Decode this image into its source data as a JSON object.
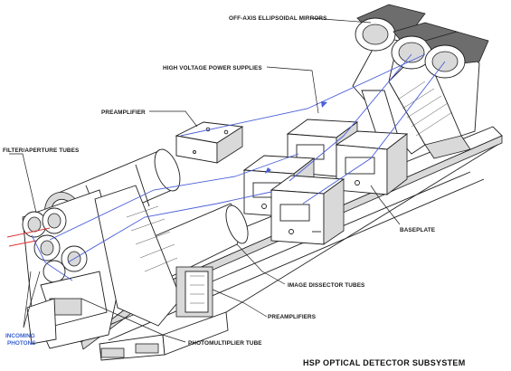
{
  "title": "HSP OPTICAL DETECTOR SUBSYSTEM",
  "labels": {
    "mirrors": "OFF-AXIS ELLIPSOIDAL MIRRORS",
    "hv_supplies": "HIGH VOLTAGE POWER SUPPLIES",
    "preamplifier": "PREAMPLIFIER",
    "filter_tubes": "FILTER/APERTURE TUBES",
    "baseplate": "BASEPLATE",
    "image_dissector": "IMAGE DISSECTOR TUBES",
    "preamplifiers": "PREAMPLIFIERS",
    "photomultiplier": "PHOTOMULTIPLIER TUBE",
    "incoming_line1": "INCOMING",
    "incoming_line2": "PHOTONS"
  },
  "colors": {
    "beam": "#4a5fd8",
    "incoming_label": "#3a5fd0",
    "incoming_ray": "#e03030",
    "ink": "#1e1e1e"
  }
}
